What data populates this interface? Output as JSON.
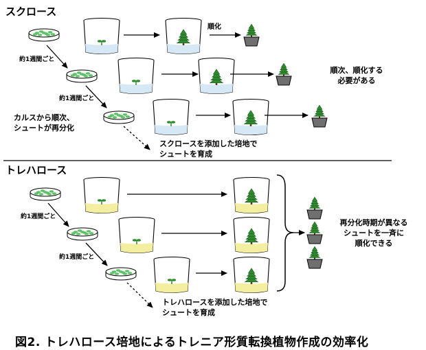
{
  "sucrose": {
    "title": "スクロース",
    "weekly1": "約1週間ごと",
    "weekly2": "約1週間ごと",
    "acclimate": "順化",
    "note_callus": [
      "カルスから順次、",
      "シュートが再分化"
    ],
    "note_right": [
      "順次、順化する",
      "必要がある"
    ],
    "note_bottom": [
      "スクロースを添加した培地で",
      "シュートを育成"
    ]
  },
  "trehalose": {
    "title": "トレハロース",
    "weekly1": "約1週間ごと",
    "weekly2": "約1週間ごと",
    "note_right": [
      "再分化時期が異なる",
      "シュートを一斉に",
      "順化できる"
    ],
    "note_bottom": [
      "トレハロースを添加した培地で",
      "シュートを育成"
    ]
  },
  "caption": "図2. トレハロース培地によるトレニア形質転換植物作成の効率化",
  "colors": {
    "sucrose_medium": "#d6e8f5",
    "trehalose_medium": "#f4eea0",
    "plant": "#2f8a2f",
    "callus": "#5fc06a",
    "pot": "#6f6f6f"
  }
}
